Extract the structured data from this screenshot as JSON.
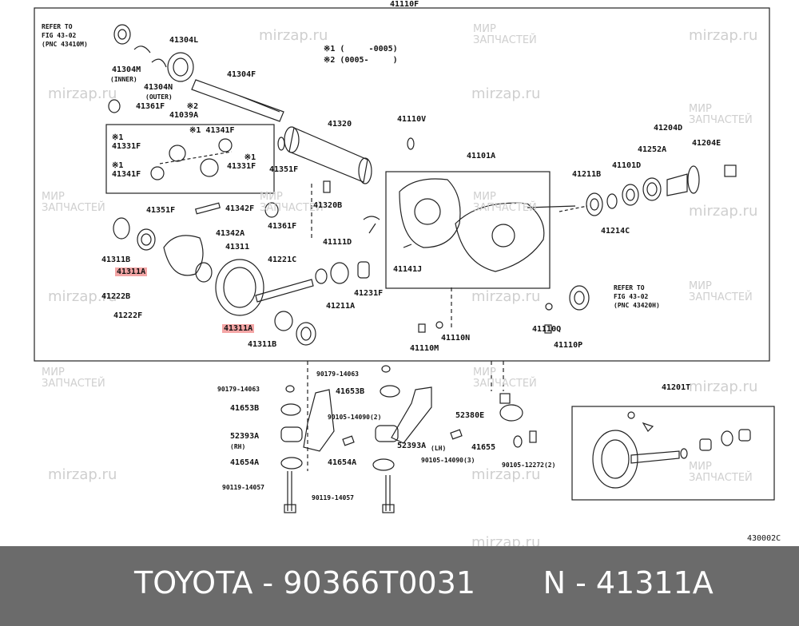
{
  "diagram": {
    "frame_label": "41110F",
    "corner_code": "430002C",
    "note_star1": "※1 (     -0005)",
    "note_star2": "※2 (0005-     )",
    "refer_top": [
      "REFER TO",
      "FIG 43-02",
      "(PNC 43410M)"
    ],
    "refer_right": [
      "REFER TO",
      "FIG 43-02",
      "(PNC 43420H)"
    ],
    "labels": {
      "l41304L": "41304L",
      "l41304M": "41304M",
      "l41304M_inner": "(INNER)",
      "l41304N": "41304N",
      "l41304N_outer": "(OUTER)",
      "l41304F": "41304F",
      "l41361F_top": "41361F",
      "l41039A": "※2\n41039A",
      "l41341F_top": "※1 41341F",
      "l41331F_left": "※1\n41331F",
      "l41331F_right": "※1\n41331F",
      "l41341F_left": "※1\n41341F",
      "l41351F_left": "41351F",
      "l41351F_mid": "41351F",
      "l41320": "41320",
      "l41110V": "41110V",
      "l41101A": "41101A",
      "l41204D": "41204D",
      "l41252A": "41252A",
      "l41204E": "41204E",
      "l41101D": "41101D",
      "l41211B": "41211B",
      "l41214C": "41214C",
      "l41320B": "41320B",
      "l41342F": "41342F",
      "l41361F_mid": "41361F",
      "l41342A": "41342A",
      "l41311": "41311",
      "l41311B_top": "41311B",
      "l41311A_left": "41311A",
      "l41221C": "41221C",
      "l41111D": "41111D",
      "l41141J": "41141J",
      "l41231F": "41231F",
      "l41211A": "41211A",
      "l41222B": "41222B",
      "l41222F": "41222F",
      "l41311A_mid": "41311A",
      "l41311B_bottom": "41311B",
      "l41110N": "41110N",
      "l41110M": "41110M",
      "l41110Q": "41110Q",
      "l41110P": "41110P",
      "l90179_a": "90179-14063",
      "l90179_b": "90179-14063",
      "l41653B_a": "41653B",
      "l41653B_b": "41653B",
      "l90105_a": "90105-14090(2)",
      "l52380E": "52380E",
      "l52393A_rh": "52393A",
      "l52393A_rh_sub": "(RH)",
      "l52393A_lh": "52393A",
      "l52393A_lh_sub": "(LH)",
      "l90105_b": "90105-14090(3)",
      "l41655": "41655",
      "l90105_c": "90105-12272(2)",
      "l41654A_a": "41654A",
      "l41654A_b": "41654A",
      "l90119_a": "90119-14057",
      "l90119_b": "90119-14057",
      "l41201T": "41201T"
    }
  },
  "watermark": {
    "site": "mirzap.ru",
    "brand_line1": "МИР",
    "brand_line2": "ЗАПЧАСТЕЙ"
  },
  "footer": {
    "text": "TOYOTA - 90366T0031       N - 41311A"
  }
}
